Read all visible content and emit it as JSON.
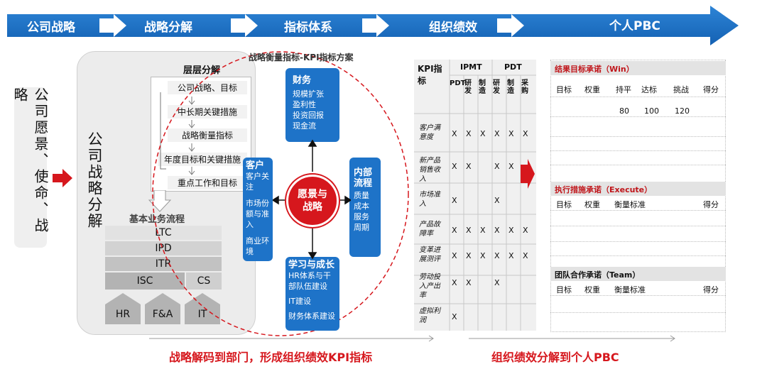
{
  "top_steps": [
    "公司战略",
    "战略分解",
    "指标体系",
    "组织绩效",
    "个人PBC"
  ],
  "vision": "公司愿景、使命、战略",
  "strategy_title": "公司战略分解",
  "layer": {
    "title": "层层分解",
    "items": [
      "公司战略、目标",
      "中长期关键措施",
      "战略衡量指标",
      "年度目标和关键措施",
      "重点工作和目标"
    ]
  },
  "basic": {
    "title": "基本业务流程",
    "processes": [
      "LTC",
      "IPD",
      "ITR",
      "ISC",
      "CS"
    ],
    "support": [
      "HR",
      "F&A",
      "IT"
    ]
  },
  "kpi_scheme": {
    "title": "战略衡量指标-KPI指标方案",
    "center": "愿景与战略",
    "finance": {
      "title": "财务",
      "items": [
        "规模扩张",
        "盈利性",
        "投资回报",
        "现金流"
      ]
    },
    "customer": {
      "title": "客户",
      "items": [
        "客户关注",
        "市场份额与准入",
        "商业环境"
      ]
    },
    "internal": {
      "title": "内部流程",
      "items": [
        "质量",
        "成本",
        "服务",
        "周期"
      ]
    },
    "learning": {
      "title": "学习与成长",
      "items": [
        "HR体系与干部队伍建设",
        "IT建设",
        "财务体系建设"
      ]
    }
  },
  "kpi_table": {
    "header": "KPI指标",
    "groups": [
      "IPMT",
      "PDT"
    ],
    "cols": [
      "PDT",
      "研发",
      "制造",
      "研发",
      "制造",
      "采购"
    ],
    "rows": [
      {
        "name": "客户满意度",
        "marks": [
          "X",
          "X",
          "X",
          "X",
          "X",
          "X"
        ]
      },
      {
        "name": "新产品销售收入",
        "marks": [
          "X",
          "X",
          "",
          "X",
          "X",
          ""
        ]
      },
      {
        "name": "市场准入",
        "marks": [
          "X",
          "",
          "",
          "X",
          "",
          ""
        ]
      },
      {
        "name": "产品故障率",
        "marks": [
          "X",
          "X",
          "X",
          "X",
          "X",
          "X"
        ]
      },
      {
        "name": "变革进展测评",
        "marks": [
          "X",
          "X",
          "X",
          "X",
          "X",
          "X"
        ]
      },
      {
        "name": "劳动投入产出率",
        "marks": [
          "X",
          "X",
          "",
          "X",
          "",
          ""
        ]
      },
      {
        "name": "虚拟利润",
        "marks": [
          "X",
          "",
          "",
          "",
          "",
          ""
        ]
      }
    ]
  },
  "pbc": {
    "win": "结果目标承诺（Win）",
    "win_cols": [
      "目标",
      "权重",
      "持平",
      "达标",
      "挑战",
      "得分"
    ],
    "win_values": [
      "80",
      "100",
      "120"
    ],
    "execute": "执行措施承诺（Execute）",
    "execute_cols": [
      "目标",
      "权重",
      "衡量标准",
      "得分"
    ],
    "team": "团队合作承诺（Team）",
    "team_cols": [
      "目标",
      "权重",
      "衡量标准",
      "得分"
    ]
  },
  "bottom": {
    "left": "战略解码到部门，形成组织绩效KPI指标",
    "right": "组织绩效分解到个人PBC"
  }
}
